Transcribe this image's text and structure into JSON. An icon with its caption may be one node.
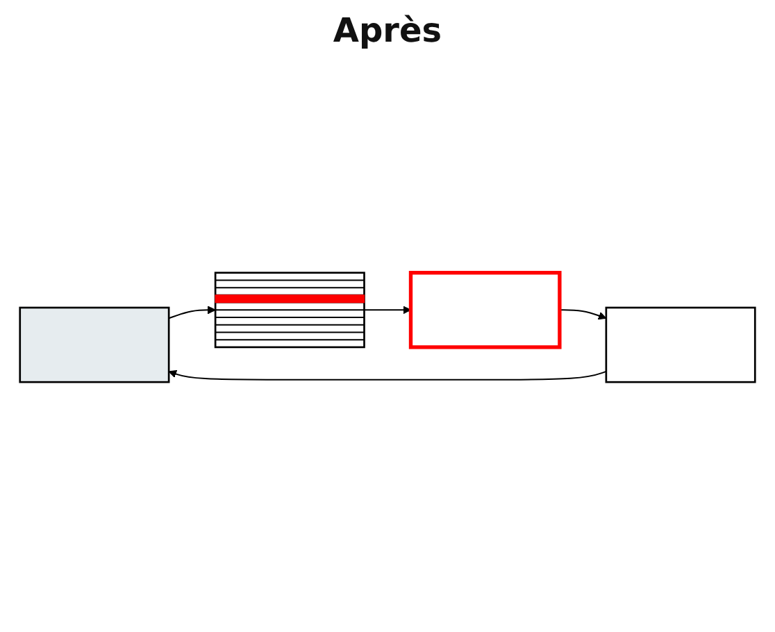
{
  "diagram": {
    "title": "Après",
    "nodes": [
      {
        "text": [],
        "shape": "box"
      },
      {
        "text": [],
        "shape": "box"
      },
      {
        "text": [],
        "shape": "box"
      },
      {
        "text": [],
        "shape": "box"
      }
    ],
    "edges": [
      {
        "from": 0,
        "to": 1,
        "arrow": "to"
      },
      {
        "from": 1,
        "to": 2,
        "arrow": "to"
      },
      {
        "from": 2,
        "to": 3,
        "arrow": "to"
      },
      {
        "from": 3,
        "to": 0,
        "arrow": "to"
      }
    ]
  }
}
